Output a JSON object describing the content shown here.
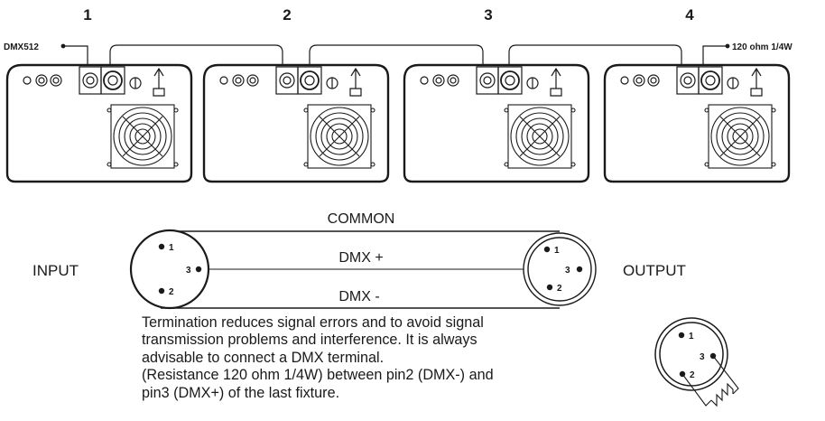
{
  "fixtures": [
    {
      "number": "1"
    },
    {
      "number": "2"
    },
    {
      "number": "3"
    },
    {
      "number": "4"
    }
  ],
  "labels": {
    "dmx_input": "DMX512",
    "terminator": "120 ohm 1/4W"
  },
  "wiring": {
    "common": "COMMON",
    "dmx_plus": "DMX +",
    "dmx_minus": "DMX -",
    "input": "INPUT",
    "output": "OUTPUT",
    "pins": [
      "1",
      "2",
      "3"
    ]
  },
  "note": {
    "lines": [
      "Termination reduces signal errors and to avoid signal",
      "transmission problems and interference. It is always",
      "advisable to connect a DMX terminal.",
      "(Resistance 120 ohm 1/4W) between pin2 (DMX-) and",
      "pin3 (DMX+) of the last fixture."
    ]
  }
}
